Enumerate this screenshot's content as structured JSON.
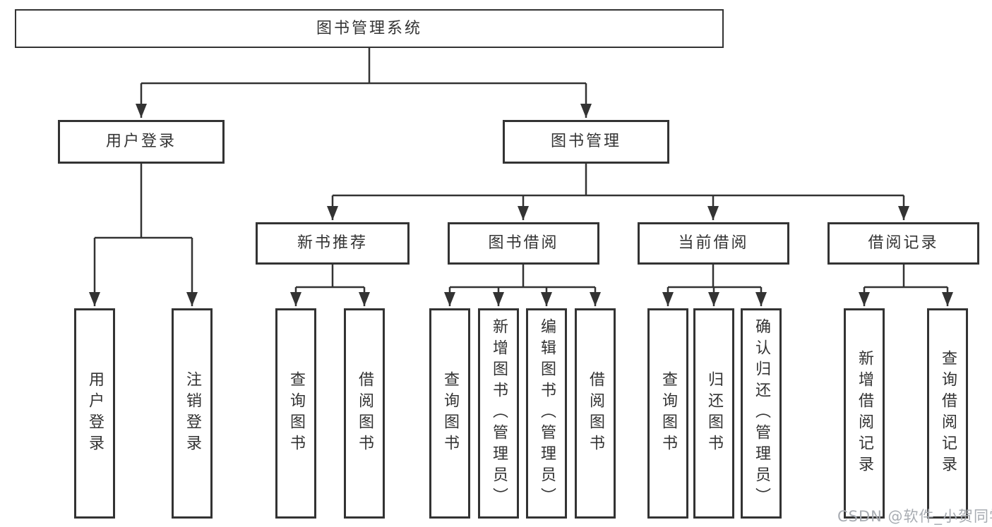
{
  "diagram": {
    "root": "图书管理系统",
    "branches": [
      {
        "label": "用户登录",
        "leaves": [
          "用户登录",
          "注销登录"
        ]
      },
      {
        "label": "图书管理",
        "sections": [
          {
            "label": "新书推荐",
            "leaves": [
              "查询图书",
              "借阅图书"
            ]
          },
          {
            "label": "图书借阅",
            "leaves": [
              "查询图书",
              "新增图书（管理员）",
              "编辑图书（管理员）",
              "借阅图书"
            ]
          },
          {
            "label": "当前借阅",
            "leaves": [
              "查询图书",
              "归还图书",
              "确认归还（管理员）"
            ]
          },
          {
            "label": "借阅记录",
            "leaves": [
              "新增借阅记录",
              "查询借阅记录"
            ]
          }
        ]
      }
    ]
  },
  "watermark": "CSDN @软件_小贺同学",
  "colors": {
    "line": "#333333",
    "text": "#333333",
    "watermark": "#a8acb2",
    "background": "#ffffff"
  }
}
